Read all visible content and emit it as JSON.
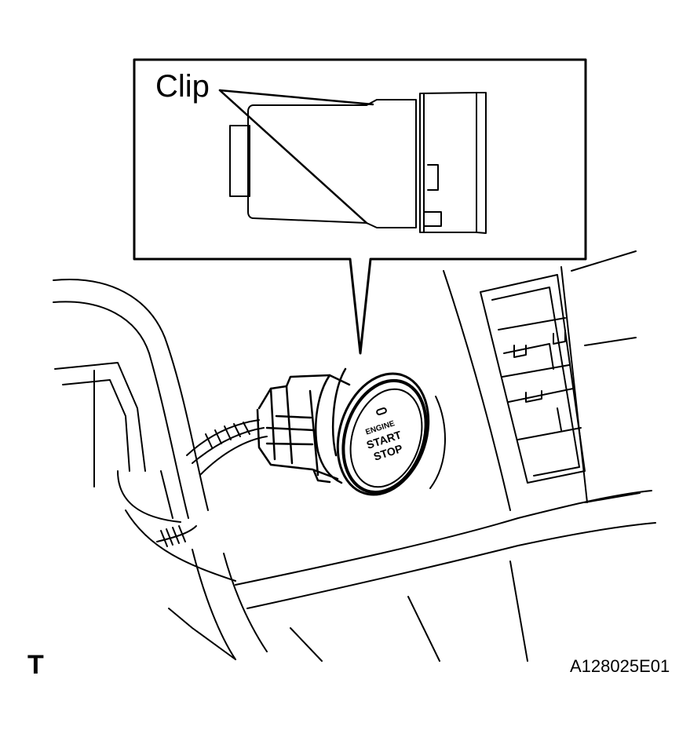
{
  "callout": {
    "label": "Clip"
  },
  "button": {
    "line1": "ENGINE",
    "line2": "START",
    "line3": "STOP"
  },
  "corner_mark": "T",
  "figure_code": "A128025E01",
  "colors": {
    "ink": "#000000",
    "paper": "#ffffff"
  }
}
